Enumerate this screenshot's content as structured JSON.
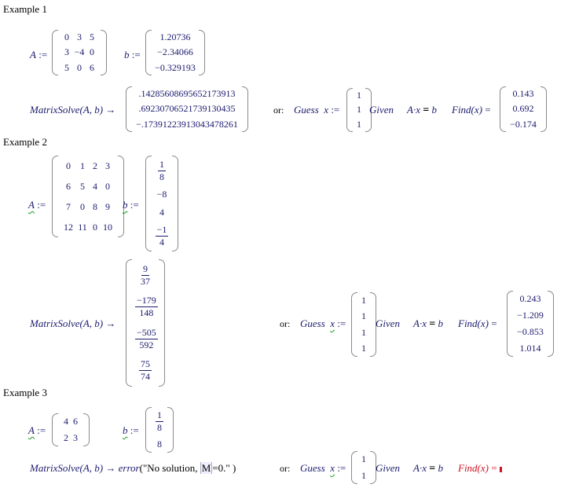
{
  "examples": [
    {
      "heading": "Example 1",
      "A_label": "A",
      "assign": ":=",
      "A": [
        [
          "0",
          "3",
          "5"
        ],
        [
          "3",
          "−4",
          "0"
        ],
        [
          "5",
          "0",
          "6"
        ]
      ],
      "b_label": "b",
      "b": [
        "1.20736",
        "−2.34066",
        "−0.329193"
      ],
      "solve_expr": "MatrixSolve(A, b)",
      "arrow": "→",
      "solve_result": [
        ".14285608695652173913",
        ".69230706521739130435",
        "−.17391223913043478261"
      ],
      "or_label": "or:",
      "guess_label": "Guess",
      "x_label": "x",
      "guess": [
        "1",
        "1",
        "1"
      ],
      "given_label": "Given",
      "constraint_lhs": "A·x",
      "constraint_eq": "=",
      "constraint_rhs": "b",
      "find_label": "Find(x)",
      "find_eq": "=",
      "find_result": [
        "0.143",
        "0.692",
        "−0.174"
      ]
    },
    {
      "heading": "Example 2",
      "A_label": "A",
      "assign": ":=",
      "A": [
        [
          "0",
          "1",
          "2",
          "3"
        ],
        [
          "6",
          "5",
          "4",
          "0"
        ],
        [
          "7",
          "0",
          "8",
          "9"
        ],
        [
          "12",
          "11",
          "0",
          "10"
        ]
      ],
      "b_label": "b",
      "b": [
        {
          "num": "1",
          "den": "8"
        },
        "−8",
        "4",
        {
          "num": "−1",
          "den": "4"
        }
      ],
      "solve_expr": "MatrixSolve(A, b)",
      "arrow": "→",
      "solve_result": [
        {
          "num": "9",
          "den": "37"
        },
        {
          "num": "−179",
          "den": "148"
        },
        {
          "num": "−505",
          "den": "592"
        },
        {
          "num": "75",
          "den": "74"
        }
      ],
      "or_label": "or:",
      "guess_label": "Guess",
      "x_label": "x",
      "guess": [
        "1",
        "1",
        "1",
        "1"
      ],
      "given_label": "Given",
      "constraint_lhs": "A·x",
      "constraint_eq": "=",
      "constraint_rhs": "b",
      "find_label": "Find(x)",
      "find_eq": "=",
      "find_result": [
        "0.243",
        "−1.209",
        "−0.853",
        "1.014"
      ]
    },
    {
      "heading": "Example 3",
      "A_label": "A",
      "assign": ":=",
      "A": [
        [
          "4",
          "6"
        ],
        [
          "2",
          "3"
        ]
      ],
      "b_label": "b",
      "b": [
        {
          "num": "1",
          "den": "8"
        },
        "8"
      ],
      "solve_expr": "MatrixSolve(A, b)",
      "arrow": "→",
      "error_fn": "error",
      "error_open": "(\"No solution, ",
      "error_abs": "M",
      "error_close": "=0.\" )",
      "or_label": "or:",
      "guess_label": "Guess",
      "x_label": "x",
      "guess": [
        "1",
        "1"
      ],
      "given_label": "Given",
      "constraint_lhs": "A·x",
      "constraint_eq": "=",
      "constraint_rhs": "b",
      "find_label": "Find(x)",
      "find_eq": "=",
      "colors": {
        "error": "#d01020"
      }
    }
  ]
}
